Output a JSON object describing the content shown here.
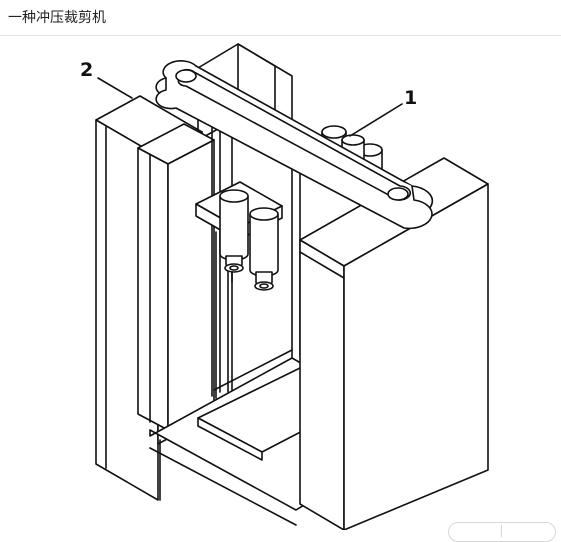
{
  "page": {
    "title": "一种冲压裁剪机"
  },
  "figure": {
    "callouts": {
      "label_1": "1",
      "label_2": "2"
    },
    "colors": {
      "line": "#111111",
      "fill": "#ffffff",
      "background": "#ffffff",
      "divider": "#e3e3e3"
    }
  }
}
